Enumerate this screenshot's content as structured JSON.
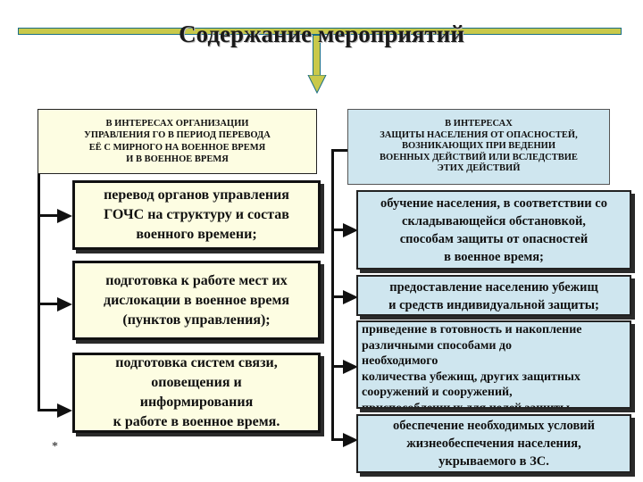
{
  "title": "Содержание мероприятий",
  "header_left": "В ИНТЕРЕСАХ ОРГАНИЗАЦИИ\nУПРАВЛЕНИЯ ГО В ПЕРИОД ПЕРЕВОДА\nЕЁ С МИРНОГО НА ВОЕННОЕ ВРЕМЯ\nИ В ВОЕННОЕ ВРЕМЯ",
  "header_right": "В ИНТЕРЕСАХ\nЗАЩИТЫ НАСЕЛЕНИЯ ОТ ОПАСНОСТЕЙ,\nВОЗНИКАЮЩИХ ПРИ ВЕДЕНИИ\nВОЕННЫХ ДЕЙСТВИЙ ИЛИ ВСЛЕДСТВИЕ\nЭТИХ ДЕЙСТВИЙ",
  "left_items": [
    "перевод органов управления\nГОЧС на структуру и состав\nвоенного времени;",
    "подготовка к работе мест их\nдислокации в военное время\n(пунктов управления);",
    "подготовка систем связи,\nоповещения и\nинформирования\nк работе в военное время."
  ],
  "right_items": [
    "обучение населения, в соответствии со\nскладывающейся обстановкой,\nспособам защиты от опасностей\nв военное время;",
    "предоставление населению убежищ\nи средств индивидуальной защиты;",
    "приведение в готовность и накопление\nразличными способами до\nнеобходимого\nколичества убежищ, других защитных\nсооружений и сооружений,\nприспособленных для целей защиты",
    "обеспечение необходимых условий\nжизнеобеспечения населения,\nукрываемого в ЗС."
  ],
  "footnote": "*",
  "colors": {
    "bar": "#c9c94a",
    "bar_border": "#1a6e86",
    "left_fill": "#fdfde2",
    "right_fill": "#cfe6ef",
    "text": "#111111"
  }
}
